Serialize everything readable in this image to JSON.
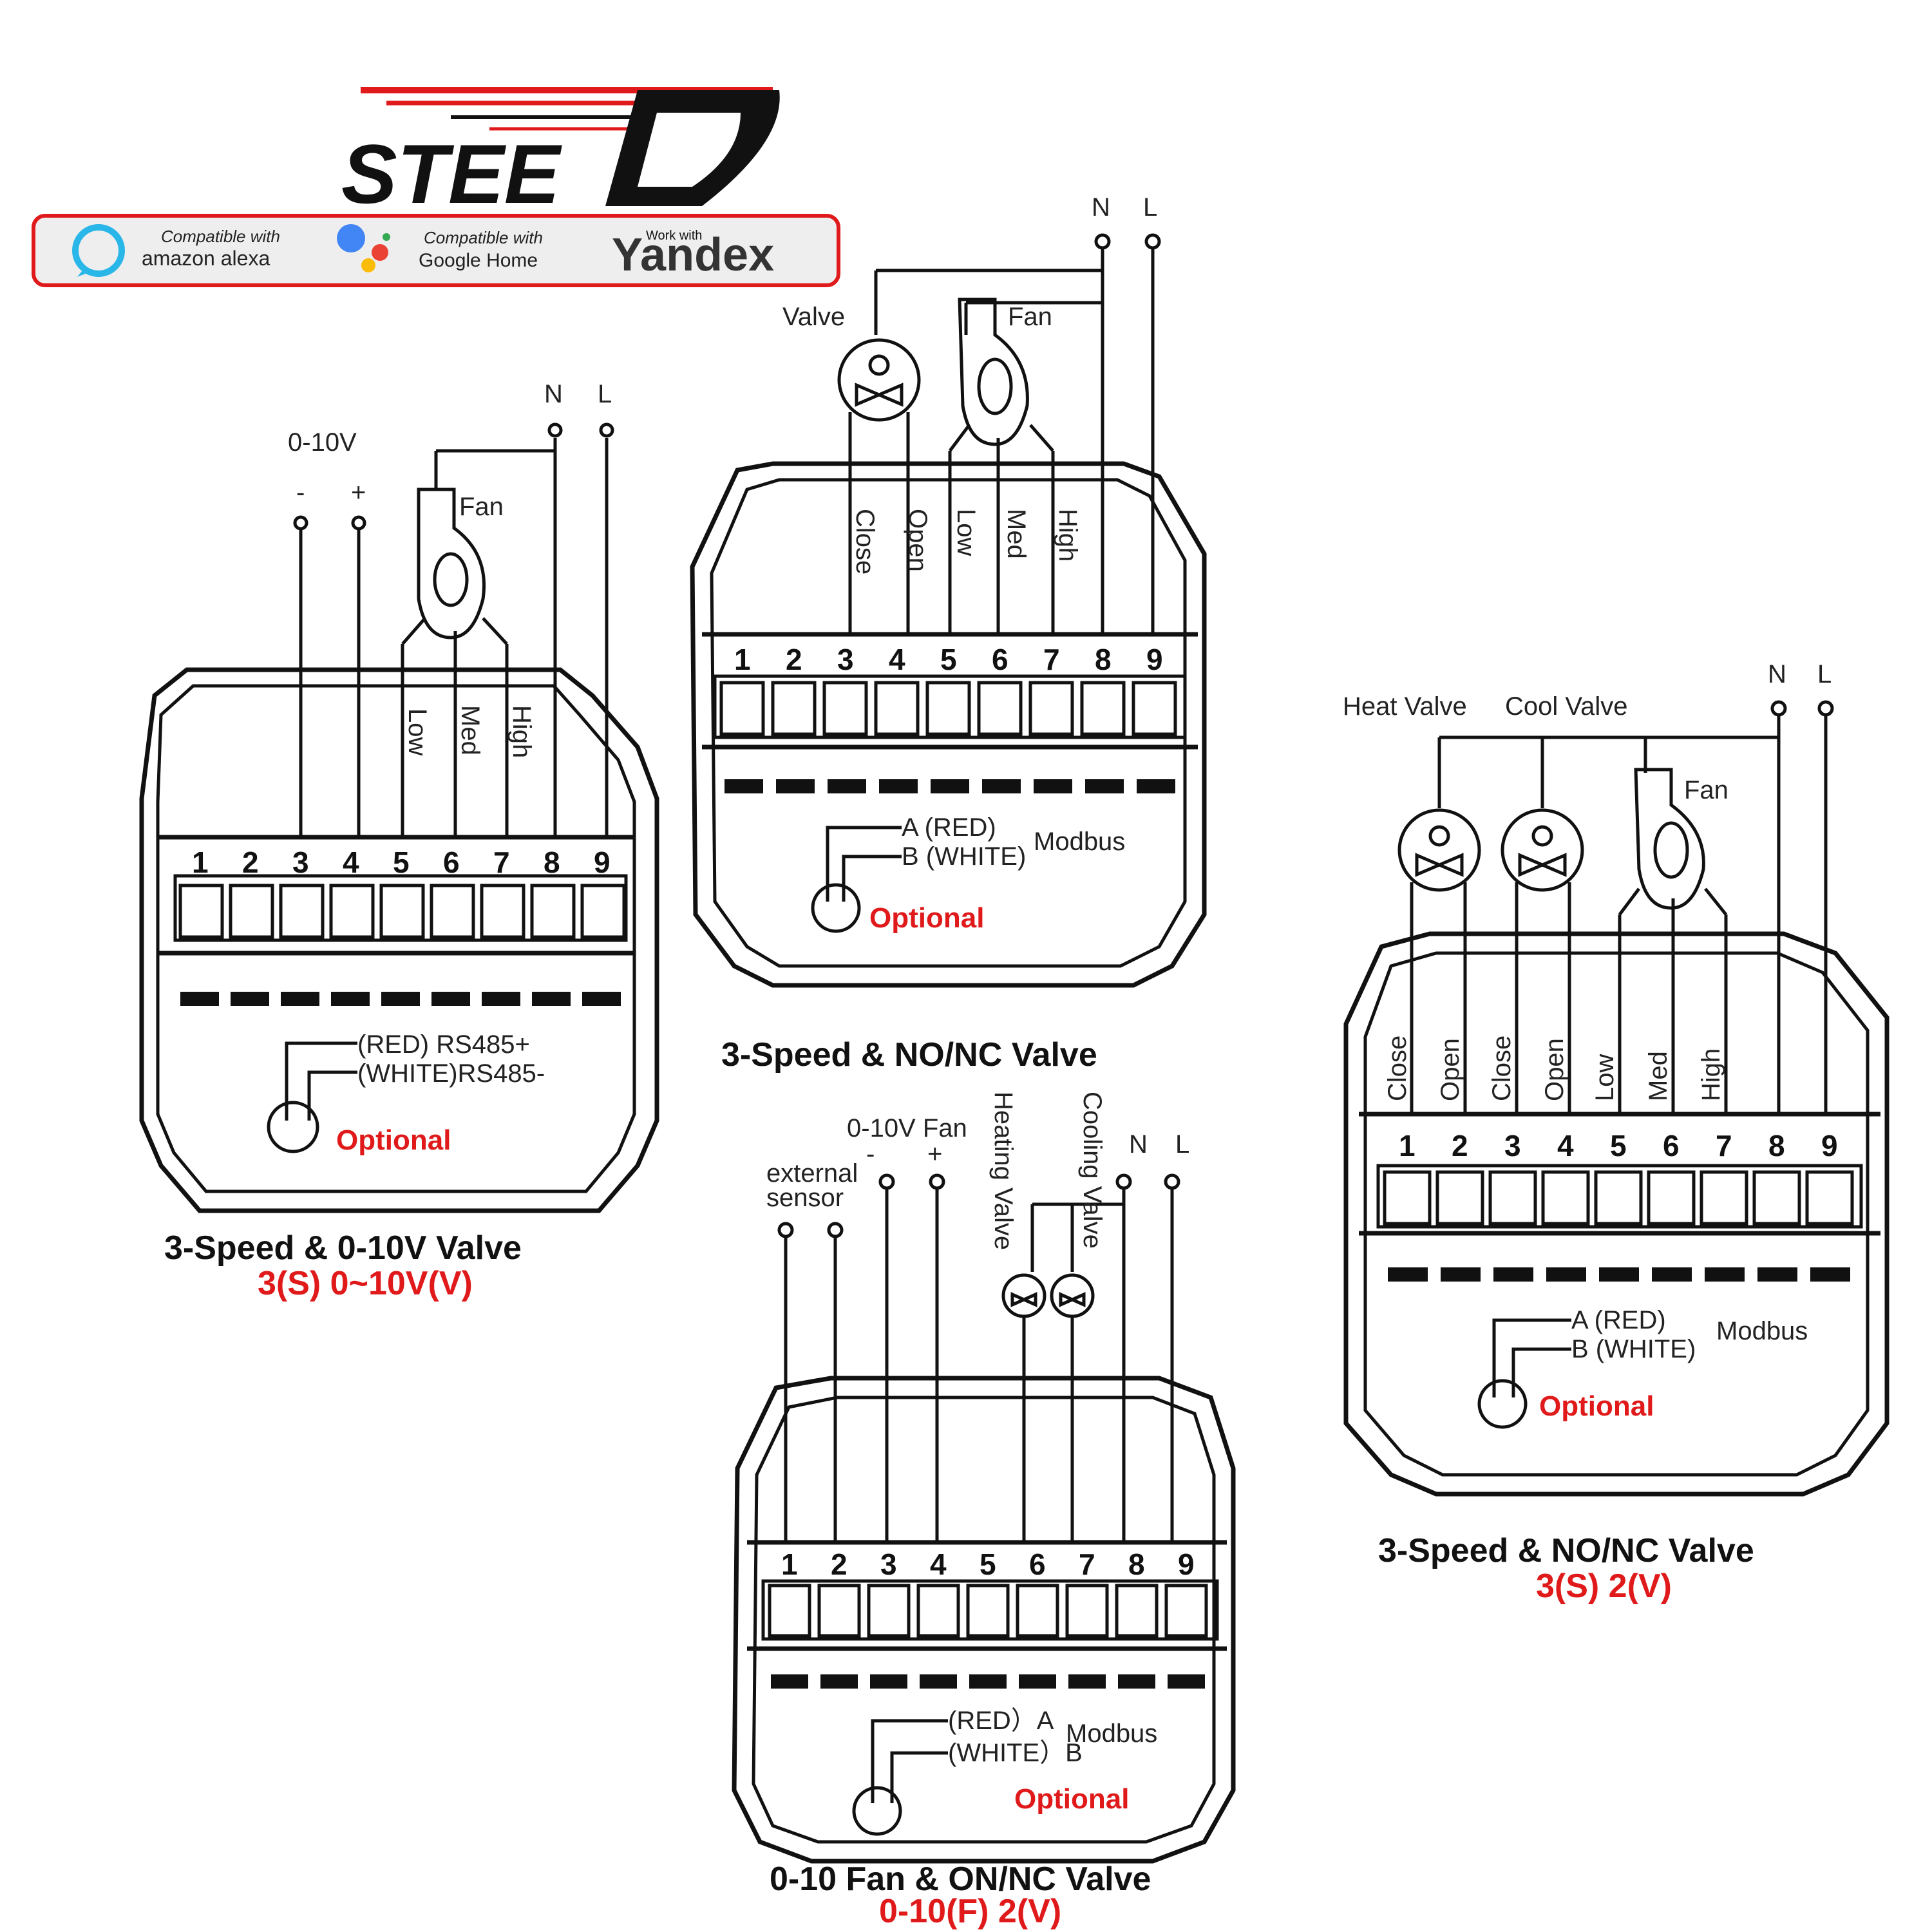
{
  "brand": {
    "logo_text": "STEED",
    "badges": [
      {
        "icon": "alexa-icon",
        "line1": "Compatible with",
        "line2": "amazon alexa"
      },
      {
        "icon": "google-assistant-icon",
        "line1": "Compatible with",
        "line2": "Google Home"
      },
      {
        "icon": "yandex-icon",
        "line1": "Work with",
        "line2": "Yandex"
      }
    ],
    "accent": "#e01a1a"
  },
  "diagrams": [
    {
      "title": "3-Speed & 0-10V Valve",
      "subtitle": "3(S) 0~10V(V)",
      "top_labels": [
        "0-10V",
        "-",
        "+",
        "Fan",
        "N",
        "L"
      ],
      "terminal_labels": [
        "Low",
        "Med",
        "High"
      ],
      "terminals": [
        "1",
        "2",
        "3",
        "4",
        "5",
        "6",
        "7",
        "8",
        "9"
      ],
      "bus_lines": [
        "(RED) RS485+",
        "(WHITE)RS485-"
      ],
      "bus_title": "",
      "optional": "Optional"
    },
    {
      "title": "3-Speed & NO/NC Valve",
      "subtitle": "",
      "top_labels": [
        "Valve",
        "Fan",
        "N",
        "L"
      ],
      "terminal_labels": [
        "Close",
        "Open",
        "Low",
        "Med",
        "High"
      ],
      "terminals": [
        "1",
        "2",
        "3",
        "4",
        "5",
        "6",
        "7",
        "8",
        "9"
      ],
      "bus_lines": [
        "A (RED)",
        "B (WHITE)"
      ],
      "bus_title": "Modbus",
      "optional": "Optional"
    },
    {
      "title": "3-Speed & NO/NC Valve",
      "subtitle": "3(S) 2(V)",
      "top_labels": [
        "Heat Valve",
        "Cool Valve",
        "Fan",
        "N",
        "L"
      ],
      "terminal_labels": [
        "Close",
        "Open",
        "Close",
        "Open",
        "Low",
        "Med",
        "High"
      ],
      "terminals": [
        "1",
        "2",
        "3",
        "4",
        "5",
        "6",
        "7",
        "8",
        "9"
      ],
      "bus_lines": [
        "A (RED)",
        "B (WHITE)"
      ],
      "bus_title": "Modbus",
      "optional": "Optional"
    },
    {
      "title": "0-10 Fan & ON/NC Valve",
      "subtitle": "0-10(F) 2(V)",
      "top_labels": [
        "external",
        "sensor",
        "0-10V Fan",
        "-",
        "+",
        "Heating Valve",
        "Cooling Valve",
        "N",
        "L"
      ],
      "terminal_labels": [],
      "terminals": [
        "1",
        "2",
        "3",
        "4",
        "5",
        "6",
        "7",
        "8",
        "9"
      ],
      "bus_lines": [
        "(RED）A",
        "(WHITE）B"
      ],
      "bus_title": "Modbus",
      "optional": "Optional"
    }
  ]
}
